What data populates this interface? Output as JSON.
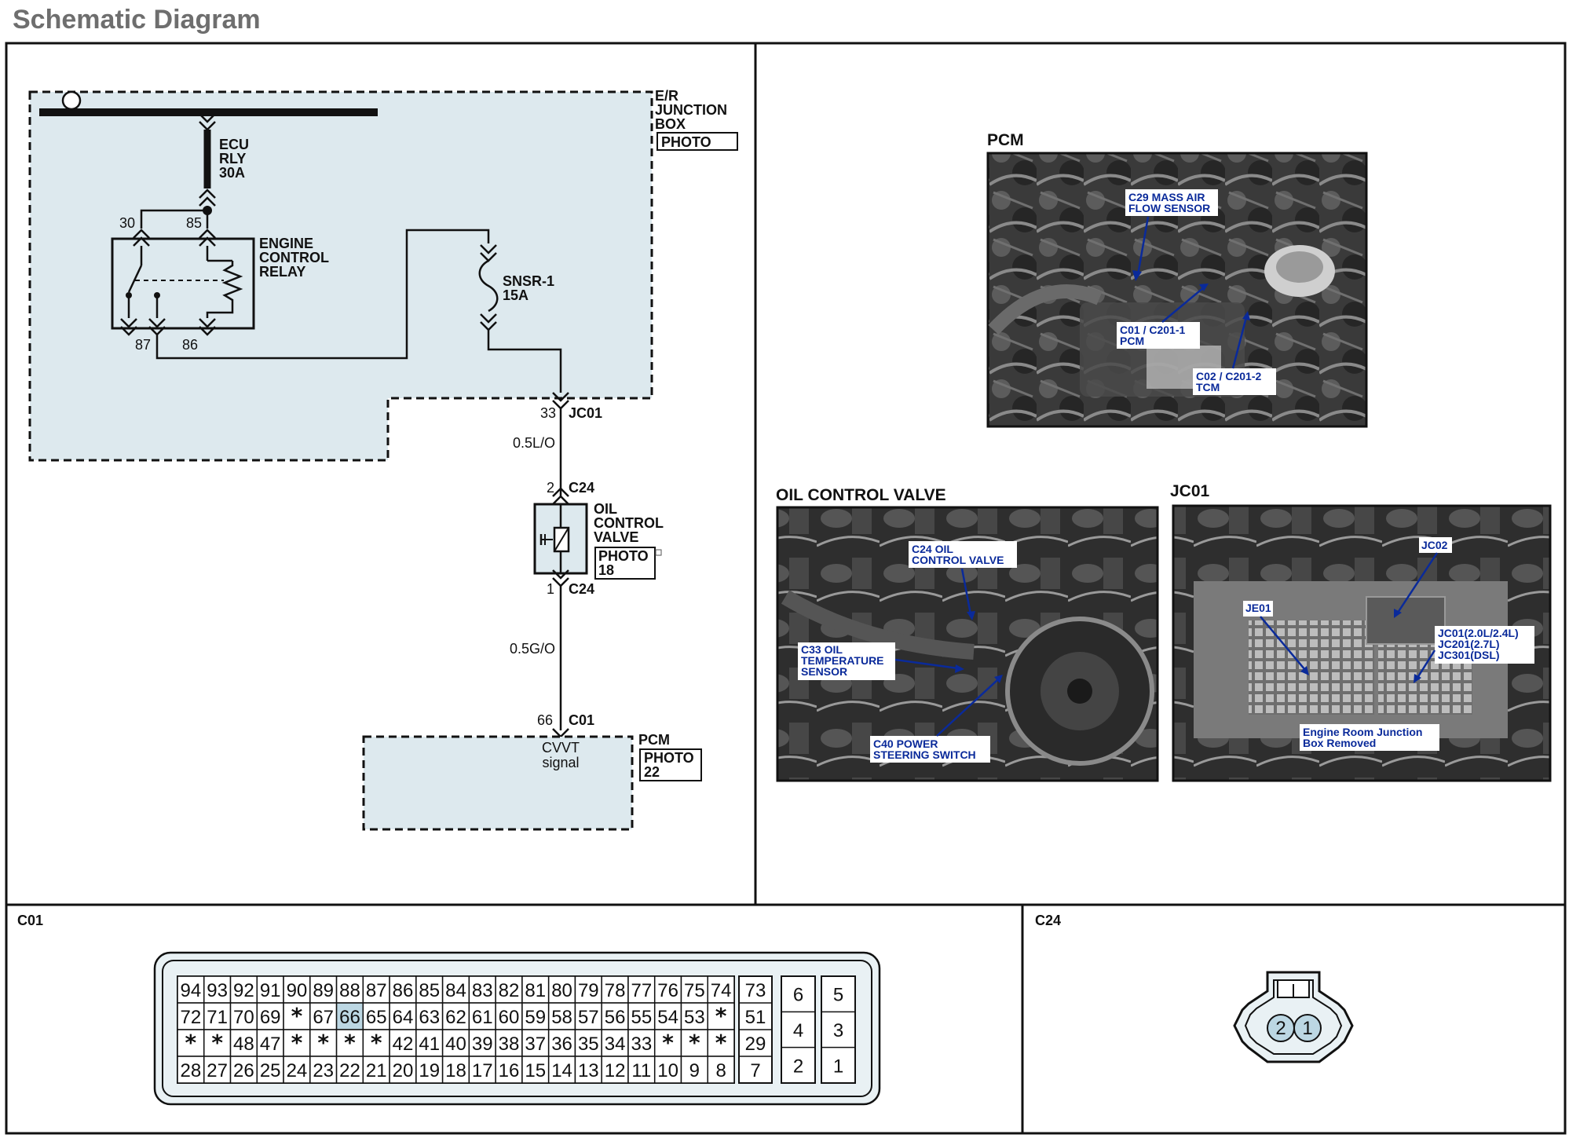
{
  "page_title": "Schematic Diagram",
  "colors": {
    "shaded_box": "#dde9ee",
    "photo_label": "#0a2a9a",
    "title": "#6e6e6e",
    "highlight_pin": "#bcd7e3"
  },
  "schematic": {
    "junction_box": {
      "name_line1": "E/R",
      "name_line2": "JUNCTION",
      "name_line3": "BOX",
      "photo": "PHOTO"
    },
    "fuse_ecu": {
      "line1": "ECU",
      "line2": "RLY",
      "line3": "30A"
    },
    "relay": {
      "line1": "ENGINE",
      "line2": "CONTROL",
      "line3": "RELAY",
      "pin_30": "30",
      "pin_85": "85",
      "pin_87": "87",
      "pin_86": "86"
    },
    "fuse_snsr": {
      "line1": "SNSR-1",
      "line2": "15A"
    },
    "jc01": {
      "pin": "33",
      "name": "JC01"
    },
    "wire_1": "0.5L/O",
    "c24_top": {
      "pin": "2",
      "name": "C24"
    },
    "valve": {
      "line1": "OIL",
      "line2": "CONTROL",
      "line3": "VALVE",
      "photo_line1": "PHOTO",
      "photo_line2": "18"
    },
    "c24_bottom": {
      "pin": "1",
      "name": "C24"
    },
    "wire_2": "0.5G/O",
    "c01": {
      "pin": "66",
      "name": "C01"
    },
    "pcm": {
      "name": "PCM",
      "signal_line1": "CVVT",
      "signal_line2": "signal",
      "photo_line1": "PHOTO",
      "photo_line2": "22"
    }
  },
  "photos": {
    "pcm": {
      "title": "PCM",
      "callouts": [
        {
          "line1": "C29 MASS AIR",
          "line2": "FLOW SENSOR"
        },
        {
          "line1": "C01 / C201-1",
          "line2": "PCM"
        },
        {
          "line1": "C02 / C201-2",
          "line2": "TCM"
        }
      ]
    },
    "ocv": {
      "title": "OIL CONTROL VALVE",
      "callouts": [
        {
          "line1": "C24 OIL",
          "line2": "CONTROL VALVE"
        },
        {
          "line1": "C33 OIL",
          "line2": "TEMPERATURE",
          "line3": "SENSOR"
        },
        {
          "line1": "C40 POWER",
          "line2": "STEERING SWITCH"
        }
      ]
    },
    "jc01": {
      "title": "JC01",
      "callouts": [
        {
          "line1": "JC02"
        },
        {
          "line1": "JE01"
        },
        {
          "line1": "JC01(2.0L/2.4L)",
          "line2": "JC201(2.7L)",
          "line3": "JC301(DSL)"
        },
        {
          "line1": "Engine Room Junction",
          "line2": "Box Removed"
        }
      ]
    }
  },
  "connectors": {
    "c01": {
      "label": "C01",
      "highlighted_pin": "66",
      "main_rows": [
        [
          "94",
          "93",
          "92",
          "91",
          "90",
          "89",
          "88",
          "87",
          "86",
          "85",
          "84",
          "83",
          "82",
          "81",
          "80",
          "79",
          "78",
          "77",
          "76",
          "75",
          "74"
        ],
        [
          "72",
          "71",
          "70",
          "69",
          "*",
          "67",
          "66",
          "65",
          "64",
          "63",
          "62",
          "61",
          "60",
          "59",
          "58",
          "57",
          "56",
          "55",
          "54",
          "53",
          "*"
        ],
        [
          "*",
          "*",
          "48",
          "47",
          "*",
          "*",
          "*",
          "*",
          "42",
          "41",
          "40",
          "39",
          "38",
          "37",
          "36",
          "35",
          "34",
          "33",
          "*",
          "*",
          "*"
        ],
        [
          "28",
          "27",
          "26",
          "25",
          "24",
          "23",
          "22",
          "21",
          "20",
          "19",
          "18",
          "17",
          "16",
          "15",
          "14",
          "13",
          "12",
          "11",
          "10",
          "9",
          "8"
        ]
      ],
      "column_single": [
        "73",
        "51",
        "29",
        "7"
      ],
      "column_right_a": [
        "6",
        "4",
        "2"
      ],
      "column_right_b": [
        "5",
        "3",
        "1"
      ]
    },
    "c24": {
      "label": "C24",
      "pins": [
        "2",
        "1"
      ]
    }
  }
}
